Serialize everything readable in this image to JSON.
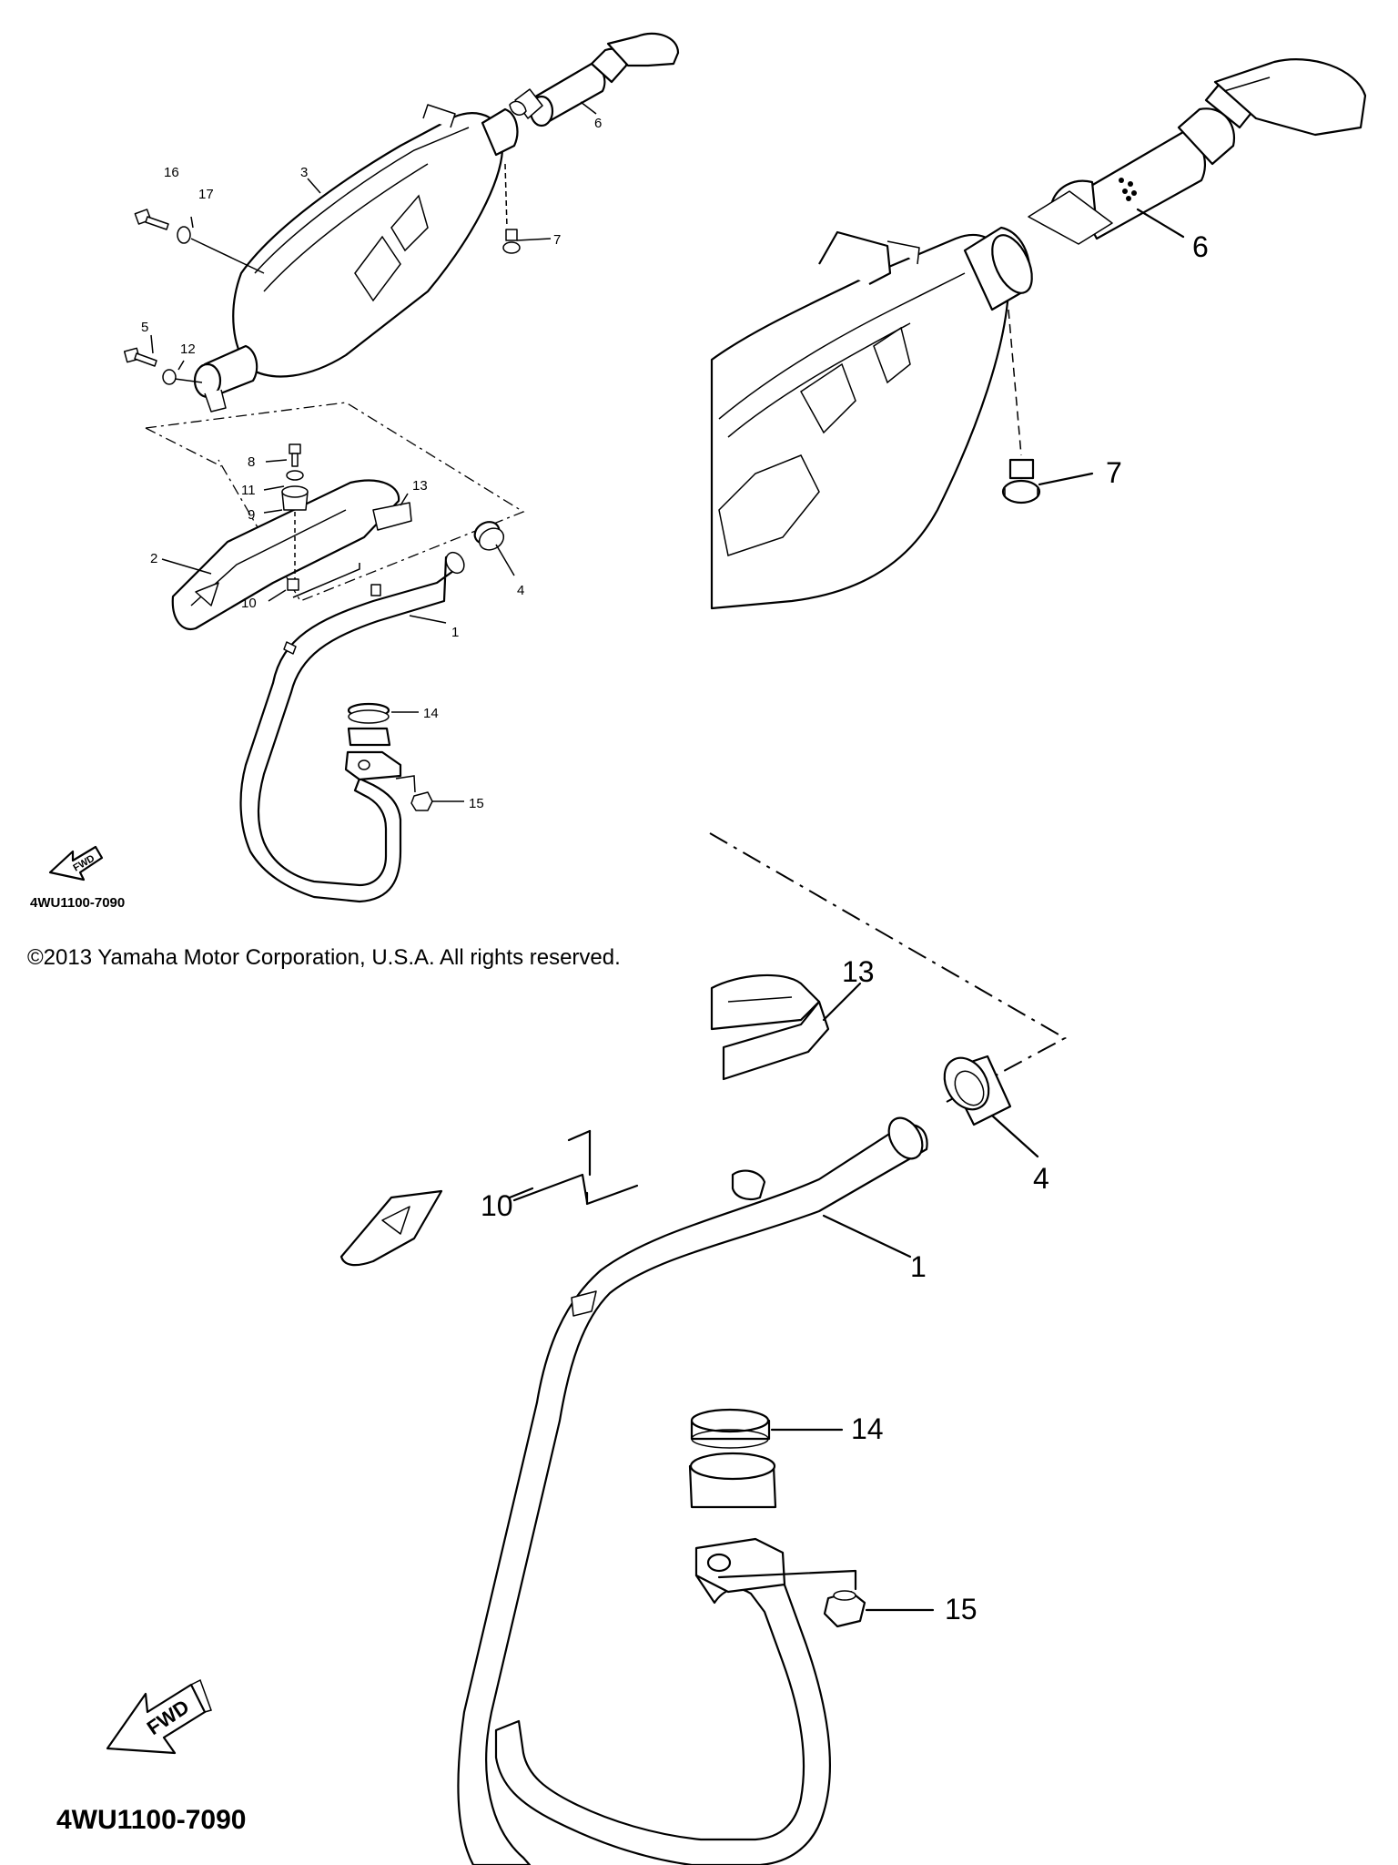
{
  "copyright": "©2013 Yamaha Motor Corporation, U.S.A. All rights reserved.",
  "diagram_code": "4WU1100-7090",
  "fwd_label": "FWD",
  "callouts": [
    "1",
    "2",
    "3",
    "4",
    "5",
    "6",
    "7",
    "8",
    "9",
    "10",
    "11",
    "12",
    "13",
    "14",
    "15",
    "16",
    "17"
  ],
  "detail_callouts": [
    "1",
    "4",
    "6",
    "7",
    "10",
    "13",
    "14",
    "15"
  ]
}
